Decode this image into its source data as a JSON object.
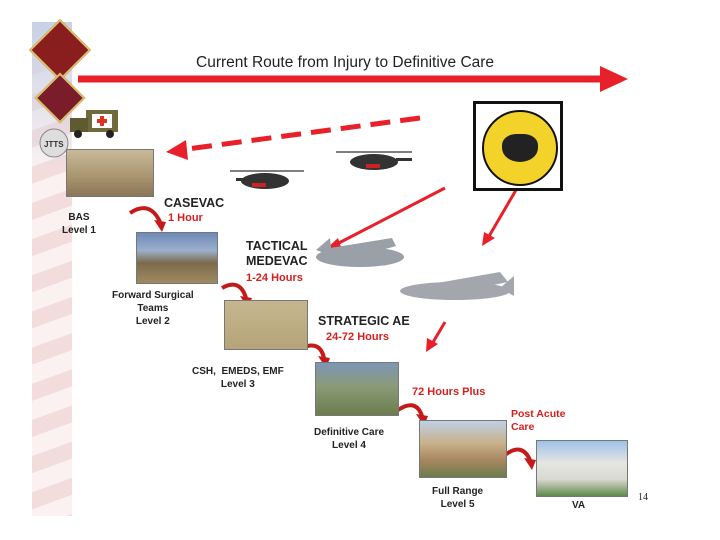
{
  "title": "Current Route from Injury to Definitive Care",
  "stages": {
    "bas": "BAS\nLevel 1",
    "fst": "Forward Surgical\nTeams\nLevel 2",
    "csh": "CSH,  EMEDS, EMF\nLevel 3",
    "definitive": "Definitive Care\nLevel 4",
    "fullrange": "Full Range\nLevel 5",
    "va": "VA"
  },
  "transport": {
    "casevac": "CASEVAC",
    "casevac_time": "1 Hour",
    "tactical": "TACTICAL\nMEDEVAC",
    "tactical_time": "1-24 Hours",
    "strategic": "STRATEGIC AE",
    "strategic_time": "24-72 Hours",
    "plus72": "72 Hours Plus",
    "postacute": "Post Acute\nCare"
  },
  "page_number": "14",
  "colors": {
    "arrow_red": "#e8202a",
    "label_red": "#d62020"
  }
}
